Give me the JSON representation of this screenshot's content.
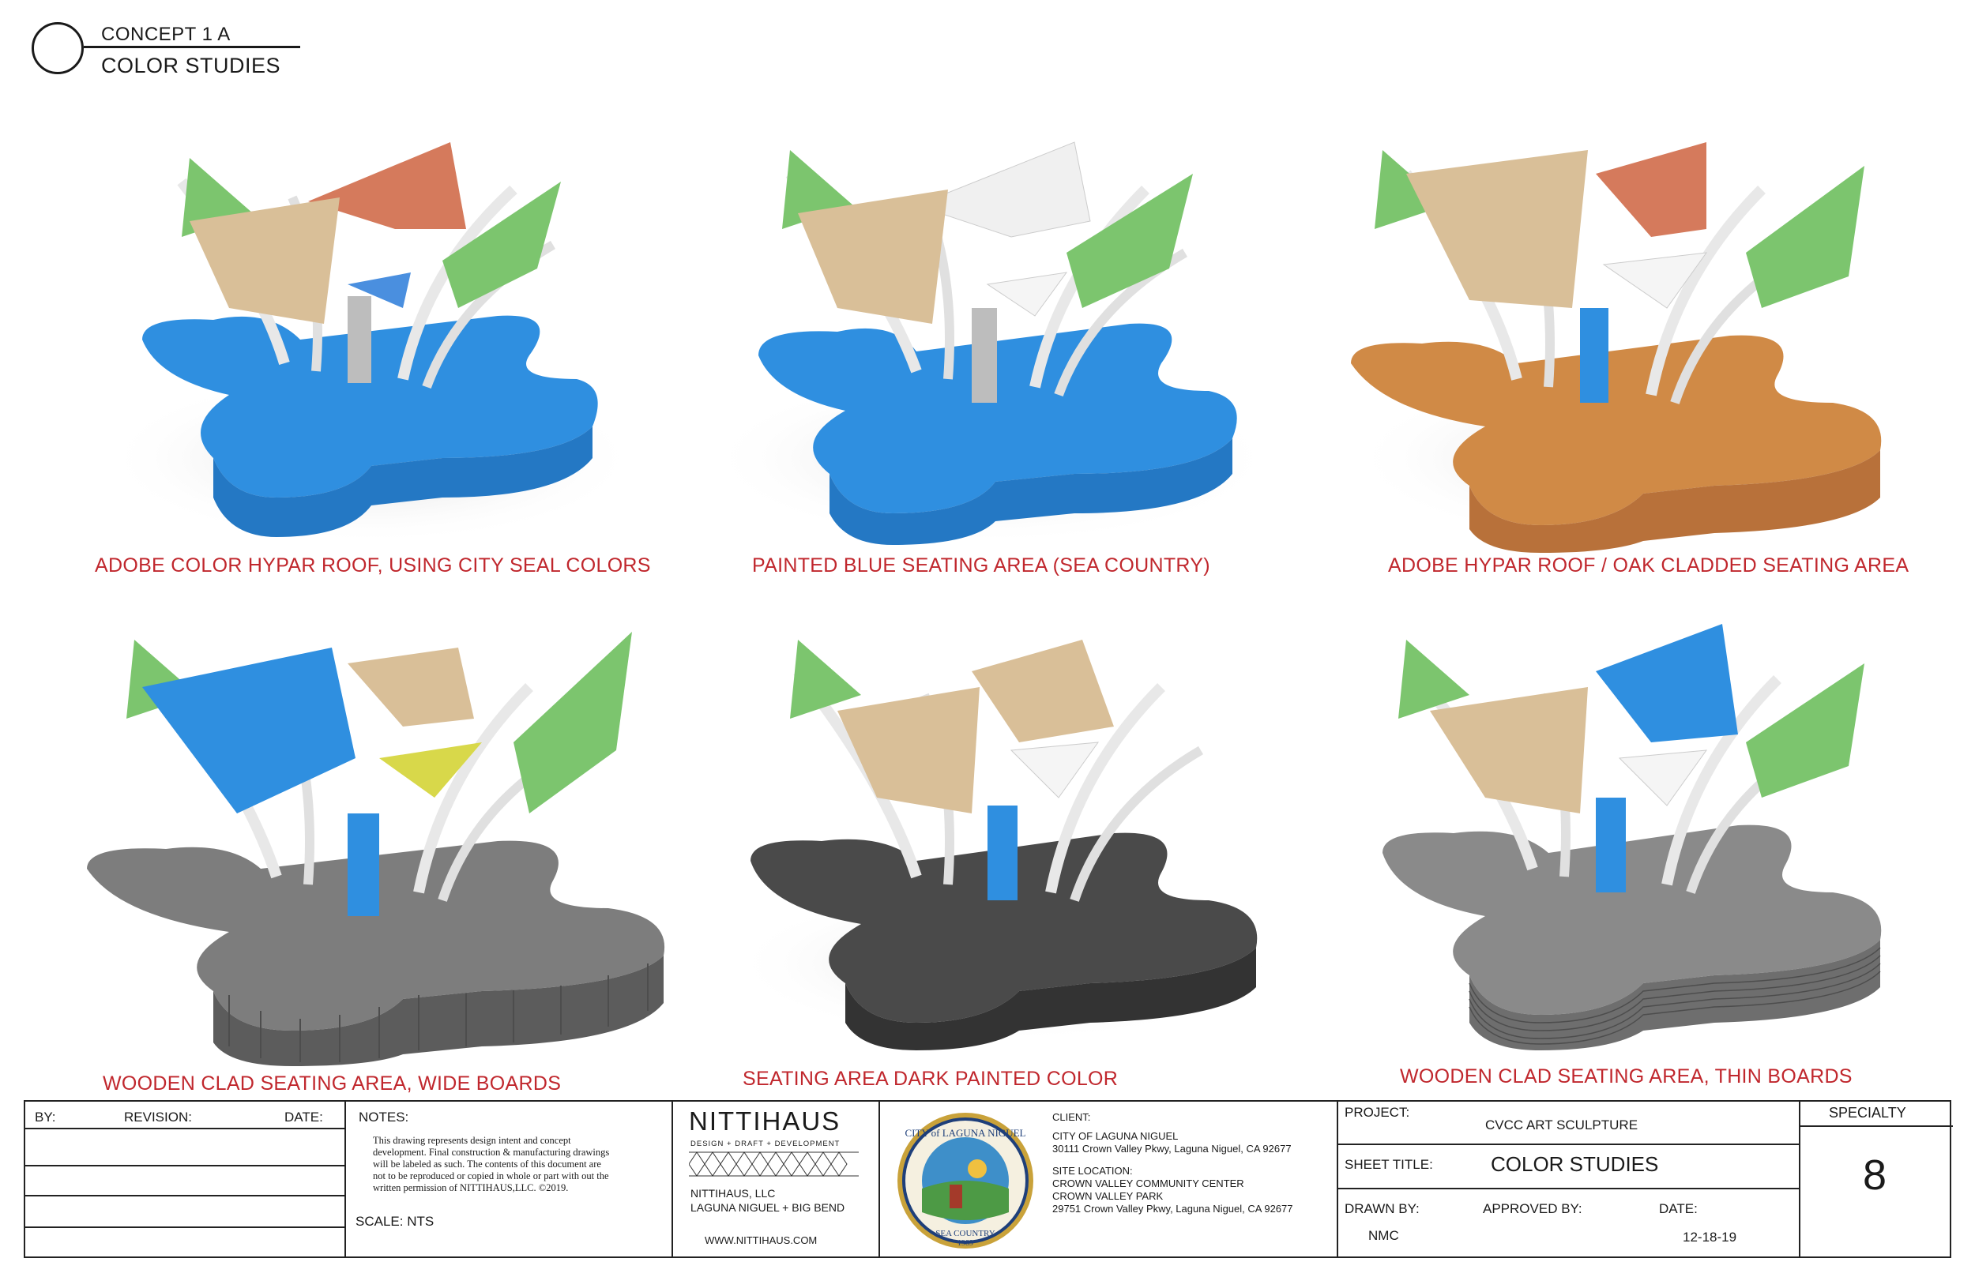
{
  "header": {
    "concept": "CONCEPT 1 A",
    "subtitle": "COLOR STUDIES"
  },
  "captions": [
    "ADOBE COLOR HYPAR ROOF, USING CITY SEAL COLORS",
    "PAINTED BLUE SEATING AREA (SEA COUNTRY)",
    "ADOBE HYPAR ROOF / OAK CLADDED SEATING AREA",
    "WOODEN CLAD SEATING AREA, WIDE BOARDS",
    "SEATING AREA DARK PAINTED COLOR",
    "WOODEN CLAD SEATING AREA, THIN BOARDS"
  ],
  "colors": {
    "caption": "#c0272d",
    "blue": "#2f8fe0",
    "tan": "#d9bf98",
    "terracotta": "#d57a5c",
    "green": "#7cc56e",
    "oak": "#d08a46",
    "dark": "#4a4a4a",
    "wood": "#8a8a8a",
    "yellow": "#d8d84a"
  },
  "title_block": {
    "by": "BY:",
    "revision": "REVISION:",
    "date_label": "DATE:",
    "notes_label": "NOTES:",
    "notes_lines": [
      "This drawing represents design intent and concept",
      "development.  Final construction & manufacturing drawings",
      "will be labeled as such.  The contents of this document are",
      "not to be reproduced or copied in whole or part with out the",
      "written permission of NITTIHAUS,LLC. ©2019."
    ],
    "scale": "SCALE: NTS",
    "firm_logo": "NITTIHAUS",
    "firm_tagline": "DESIGN + DRAFT + DEVELOPMENT",
    "firm_name": "NITTIHAUS, LLC",
    "firm_location": "LAGUNA NIGUEL + BIG BEND",
    "firm_web": "WWW.NITTIHAUS.COM",
    "seal_top": "CITY of LAGUNA NIGUEL",
    "seal_bottom": "SEA COUNTRY",
    "seal_year": "1989",
    "client_label": "CLIENT:",
    "client_name": "CITY OF LAGUNA NIGUEL",
    "client_address": "30111 Crown Valley Pkwy, Laguna Niguel, CA 92677",
    "site_label": "SITE LOCATION:",
    "site_name1": "CROWN VALLEY COMMUNITY CENTER",
    "site_name2": "CROWN VALLEY PARK",
    "site_address": "29751 Crown Valley Pkwy, Laguna Niguel, CA 92677",
    "project_label": "PROJECT:",
    "project_name": "CVCC ART SCULPTURE",
    "sheet_title_label": "SHEET TITLE:",
    "sheet_title": "COLOR STUDIES",
    "drawn_by_label": "DRAWN BY:",
    "drawn_by": "NMC",
    "approved_by_label": "APPROVED BY:",
    "date_label2": "DATE:",
    "date": "12-18-19",
    "specialty_label": "SPECIALTY",
    "sheet_number": "8"
  }
}
